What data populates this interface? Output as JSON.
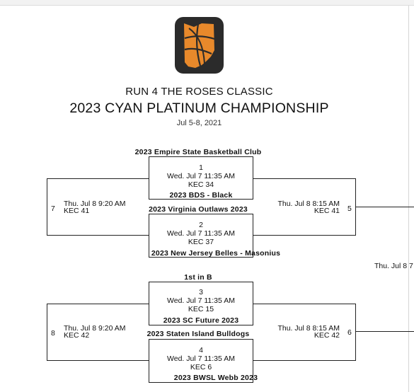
{
  "header": {
    "event_name": "RUN 4 THE ROSES CLASSIC",
    "division_name": "2023 CYAN PLATINUM CHAMPIONSHIP",
    "dates": "Jul 5-8, 2021",
    "logo_icon": "ohio-basketball-logo-icon",
    "logo_colors": {
      "background": "#2b2b2b",
      "state": "#e8892b",
      "lines": "#2b2b2b"
    }
  },
  "bracket": {
    "games": [
      {
        "number": "1",
        "datetime": "Wed. Jul 7 11:35 AM",
        "court": "KEC 34",
        "team_top": "2023 Empire State Basketball Club",
        "team_bottom": "2023 BDS - Black"
      },
      {
        "number": "2",
        "datetime": "Wed. Jul 7 11:35 AM",
        "court": "KEC 37",
        "team_top": "2023 Virginia Outlaws 2023",
        "team_bottom": "2023 New Jersey Belles - Masonius"
      },
      {
        "number": "3",
        "datetime": "Wed. Jul 7 11:35 AM",
        "court": "KEC 15",
        "team_top": "1st in B",
        "team_bottom": "2023 SC Future 2023"
      },
      {
        "number": "4",
        "datetime": "Wed. Jul 7 11:35 AM",
        "court": "KEC 6",
        "team_top": "2023 Staten Island Bulldogs",
        "team_bottom": "2023 BWSL Webb 2023"
      }
    ],
    "consolation": [
      {
        "number": "7",
        "datetime": "Thu. Jul 8 9:20 AM",
        "court": "KEC 41"
      },
      {
        "number": "8",
        "datetime": "Thu. Jul 8 9:20 AM",
        "court": "KEC 42"
      }
    ],
    "semifinals": [
      {
        "number": "5",
        "datetime": "Thu. Jul 8 8:15 AM",
        "court": "KEC 41"
      },
      {
        "number": "6",
        "datetime": "Thu. Jul 8 8:15 AM",
        "court": "KEC 42"
      }
    ],
    "final_partial": "Thu. Jul 8 7"
  }
}
